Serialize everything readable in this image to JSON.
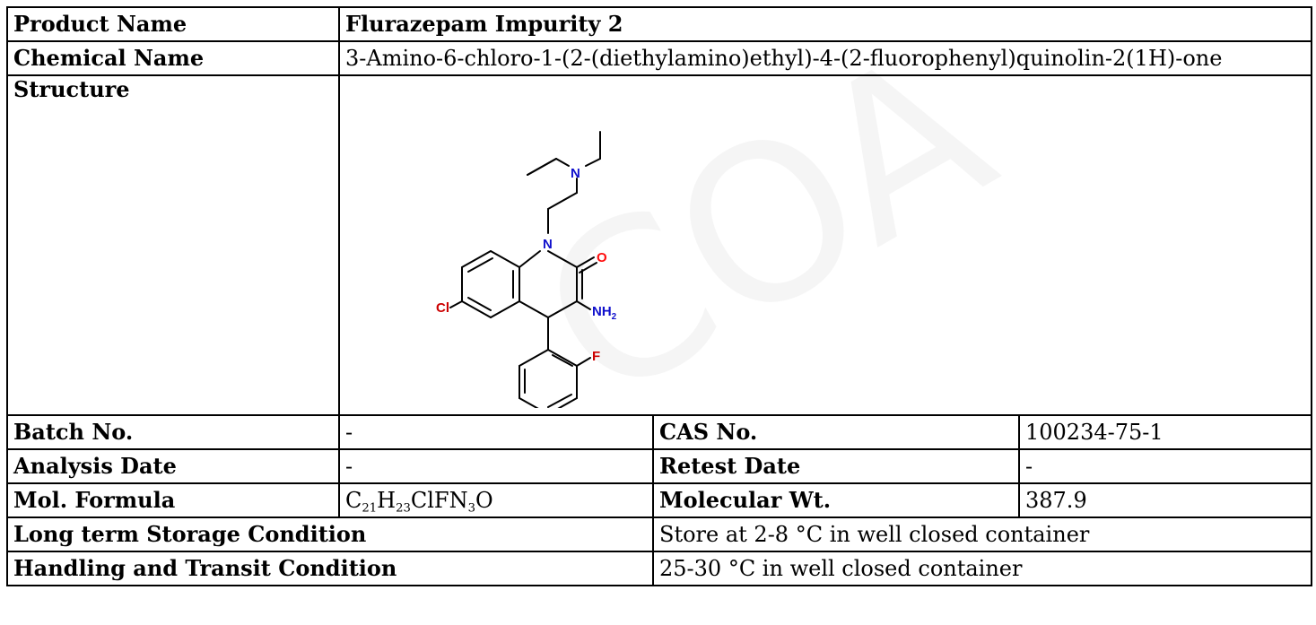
{
  "watermark": "COA",
  "product": {
    "label": "Product Name",
    "value": "Flurazepam Impurity 2"
  },
  "chemical": {
    "label": "Chemical Name",
    "value": "3-Amino-6-chloro-1-(2-(diethylamino)ethyl)-4-(2-fluorophenyl)quinolin-2(1H)-one"
  },
  "structure": {
    "label": "Structure",
    "atoms": {
      "N": "N",
      "O": "O",
      "Cl": "Cl",
      "NH": "NH",
      "NH_sub": "2",
      "F": "F"
    }
  },
  "batch": {
    "label": "Batch No.",
    "value": "-"
  },
  "cas": {
    "label": "CAS No.",
    "value": "100234-75-1"
  },
  "analysis": {
    "label": "Analysis Date",
    "value": "-"
  },
  "retest": {
    "label": "Retest Date",
    "value": "-"
  },
  "formula": {
    "label": "Mol. Formula",
    "parts": {
      "c": "C",
      "c_n": "21",
      "h": "H",
      "h_n": "23",
      "mid": "ClFN",
      "n_n": "3",
      "end": "O"
    }
  },
  "mw": {
    "label": "Molecular Wt.",
    "value": "387.9"
  },
  "storage": {
    "label": "Long term Storage Condition",
    "value": "Store at 2-8 °C in well closed container"
  },
  "handling": {
    "label": "Handling and Transit Condition",
    "value": "25-30 °C in well closed container"
  },
  "colors": {
    "oxygen": "#ff0d0d",
    "nitrogen": "#1010cc",
    "chlorine": "#cc0000",
    "fluorine": "#cc0000"
  }
}
